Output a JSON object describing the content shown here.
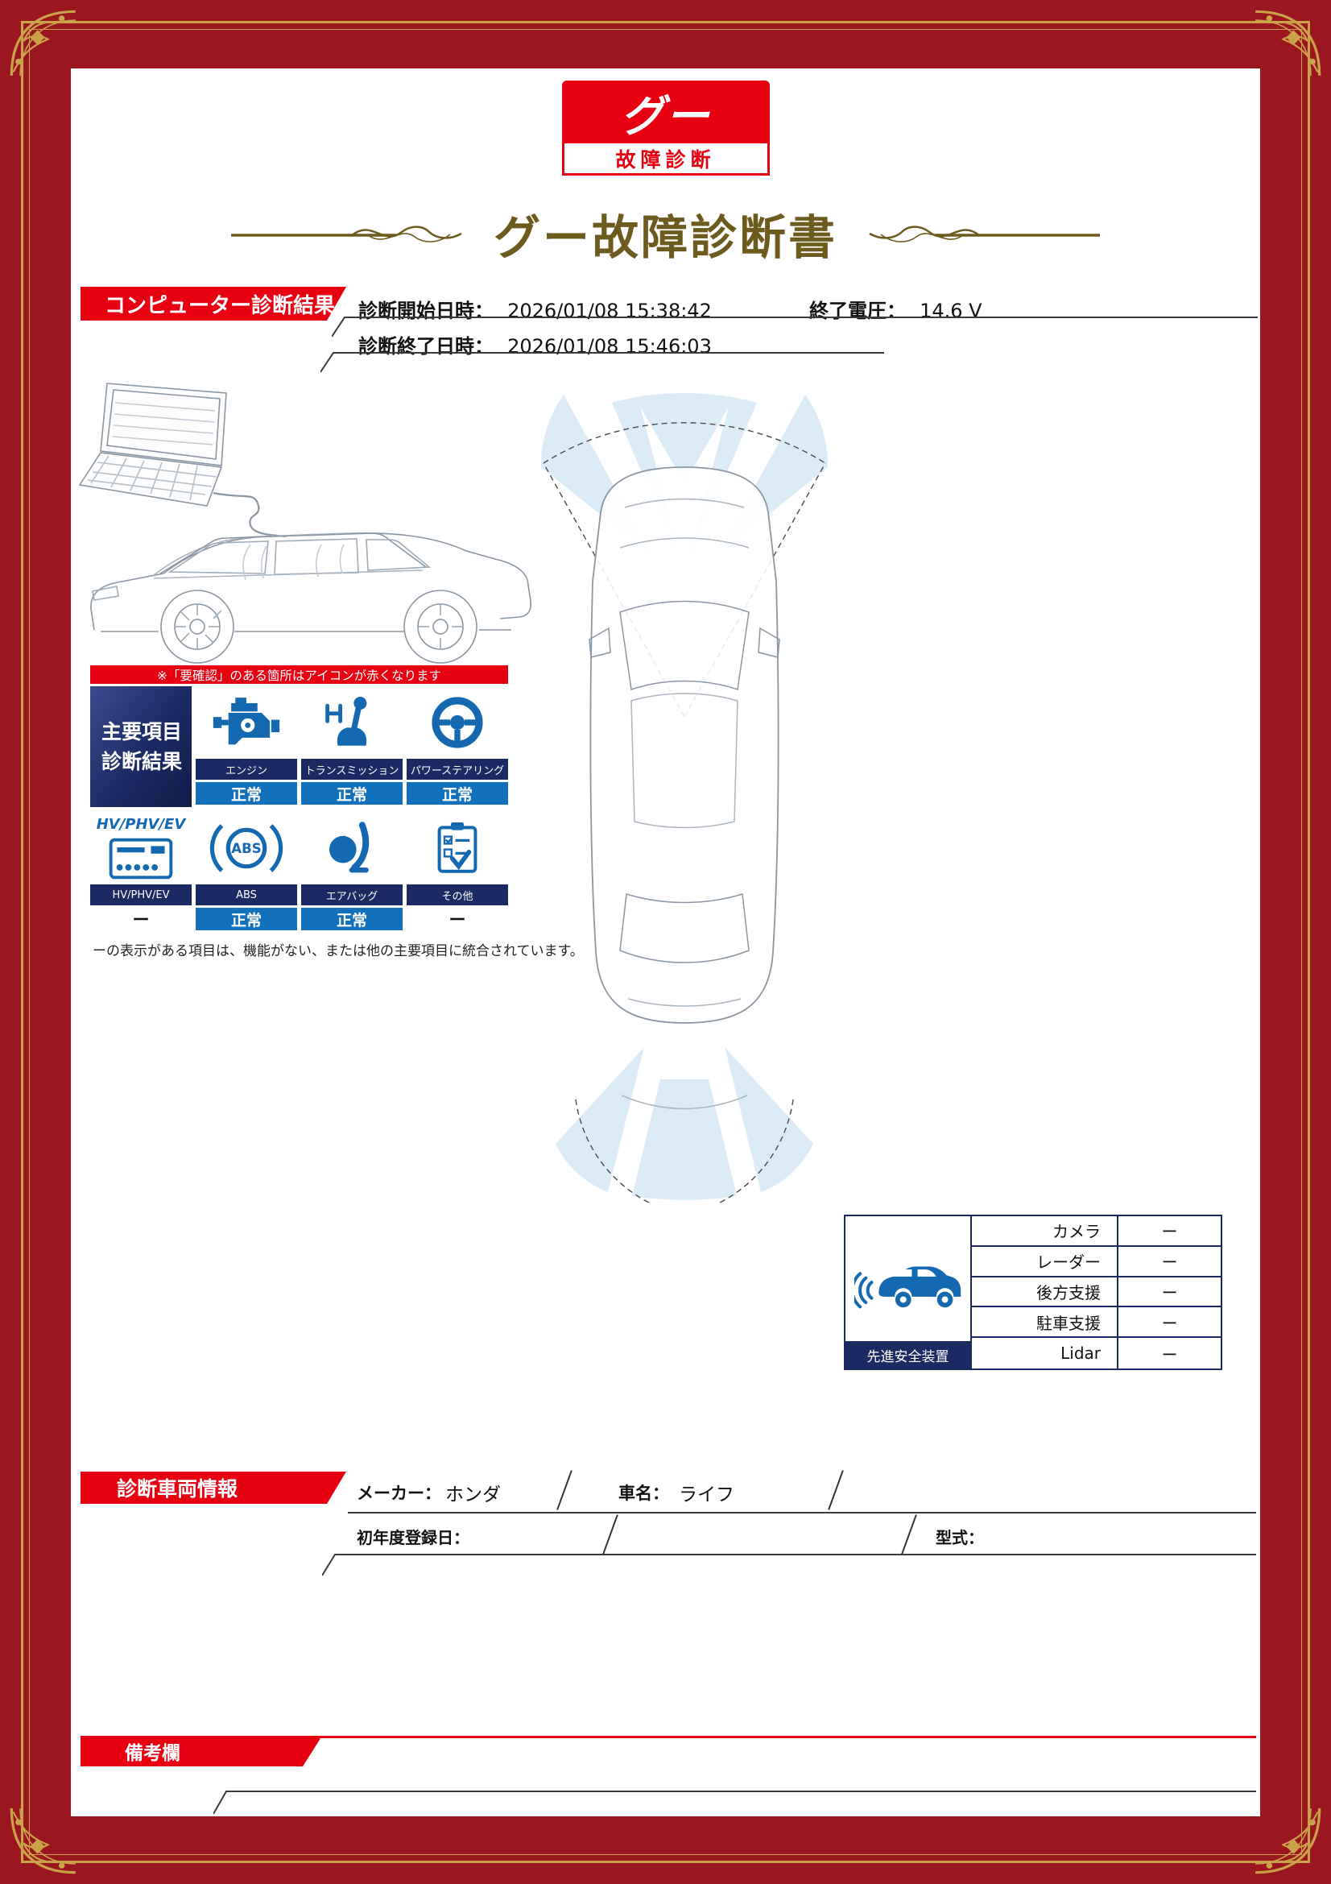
{
  "logo": {
    "top": "グー",
    "bottom": "故障診断"
  },
  "title": "グー故障診断書",
  "computer_diagnosis": {
    "banner": "コンピューター診断結果",
    "start_label": "診断開始日時：",
    "start_value": "2026/01/08 15:38:42",
    "end_voltage_label": "終了電圧：",
    "end_voltage_value": "14.6 V",
    "end_label": "診断終了日時：",
    "end_value": "2026/01/08 15:46:03"
  },
  "notice": "※「要確認」のある箇所はアイコンが赤くなります",
  "main_grid": {
    "header_line1": "主要項目",
    "header_line2": "診断結果",
    "items": [
      {
        "label": "エンジン",
        "status": "正常"
      },
      {
        "label": "トランスミッション",
        "status": "正常"
      },
      {
        "label": "パワーステアリング",
        "status": "正常"
      },
      {
        "hv_title": "HV/PHV/EV",
        "label": "HV/PHV/EV",
        "status": "ー"
      },
      {
        "label": "ABS",
        "status": "正常"
      },
      {
        "label": "エアバッグ",
        "status": "正常"
      },
      {
        "label": "その他",
        "status": "ー"
      }
    ],
    "footnote": "ーの表示がある項目は、機能がない、または他の主要項目に統合されています。"
  },
  "safety_panel": {
    "label": "先進安全装置",
    "rows": [
      {
        "name": "カメラ",
        "value": "ー"
      },
      {
        "name": "レーダー",
        "value": "ー"
      },
      {
        "name": "後方支援",
        "value": "ー"
      },
      {
        "name": "駐車支援",
        "value": "ー"
      },
      {
        "name": "Lidar",
        "value": "ー"
      }
    ]
  },
  "vehicle_info": {
    "banner": "診断車両情報",
    "maker_label": "メーカー：",
    "maker_value": "ホンダ",
    "name_label": "車名：",
    "name_value": "ライフ",
    "first_registration_label": "初年度登録日：",
    "model_label": "型式："
  },
  "remarks": {
    "banner": "備考欄"
  }
}
